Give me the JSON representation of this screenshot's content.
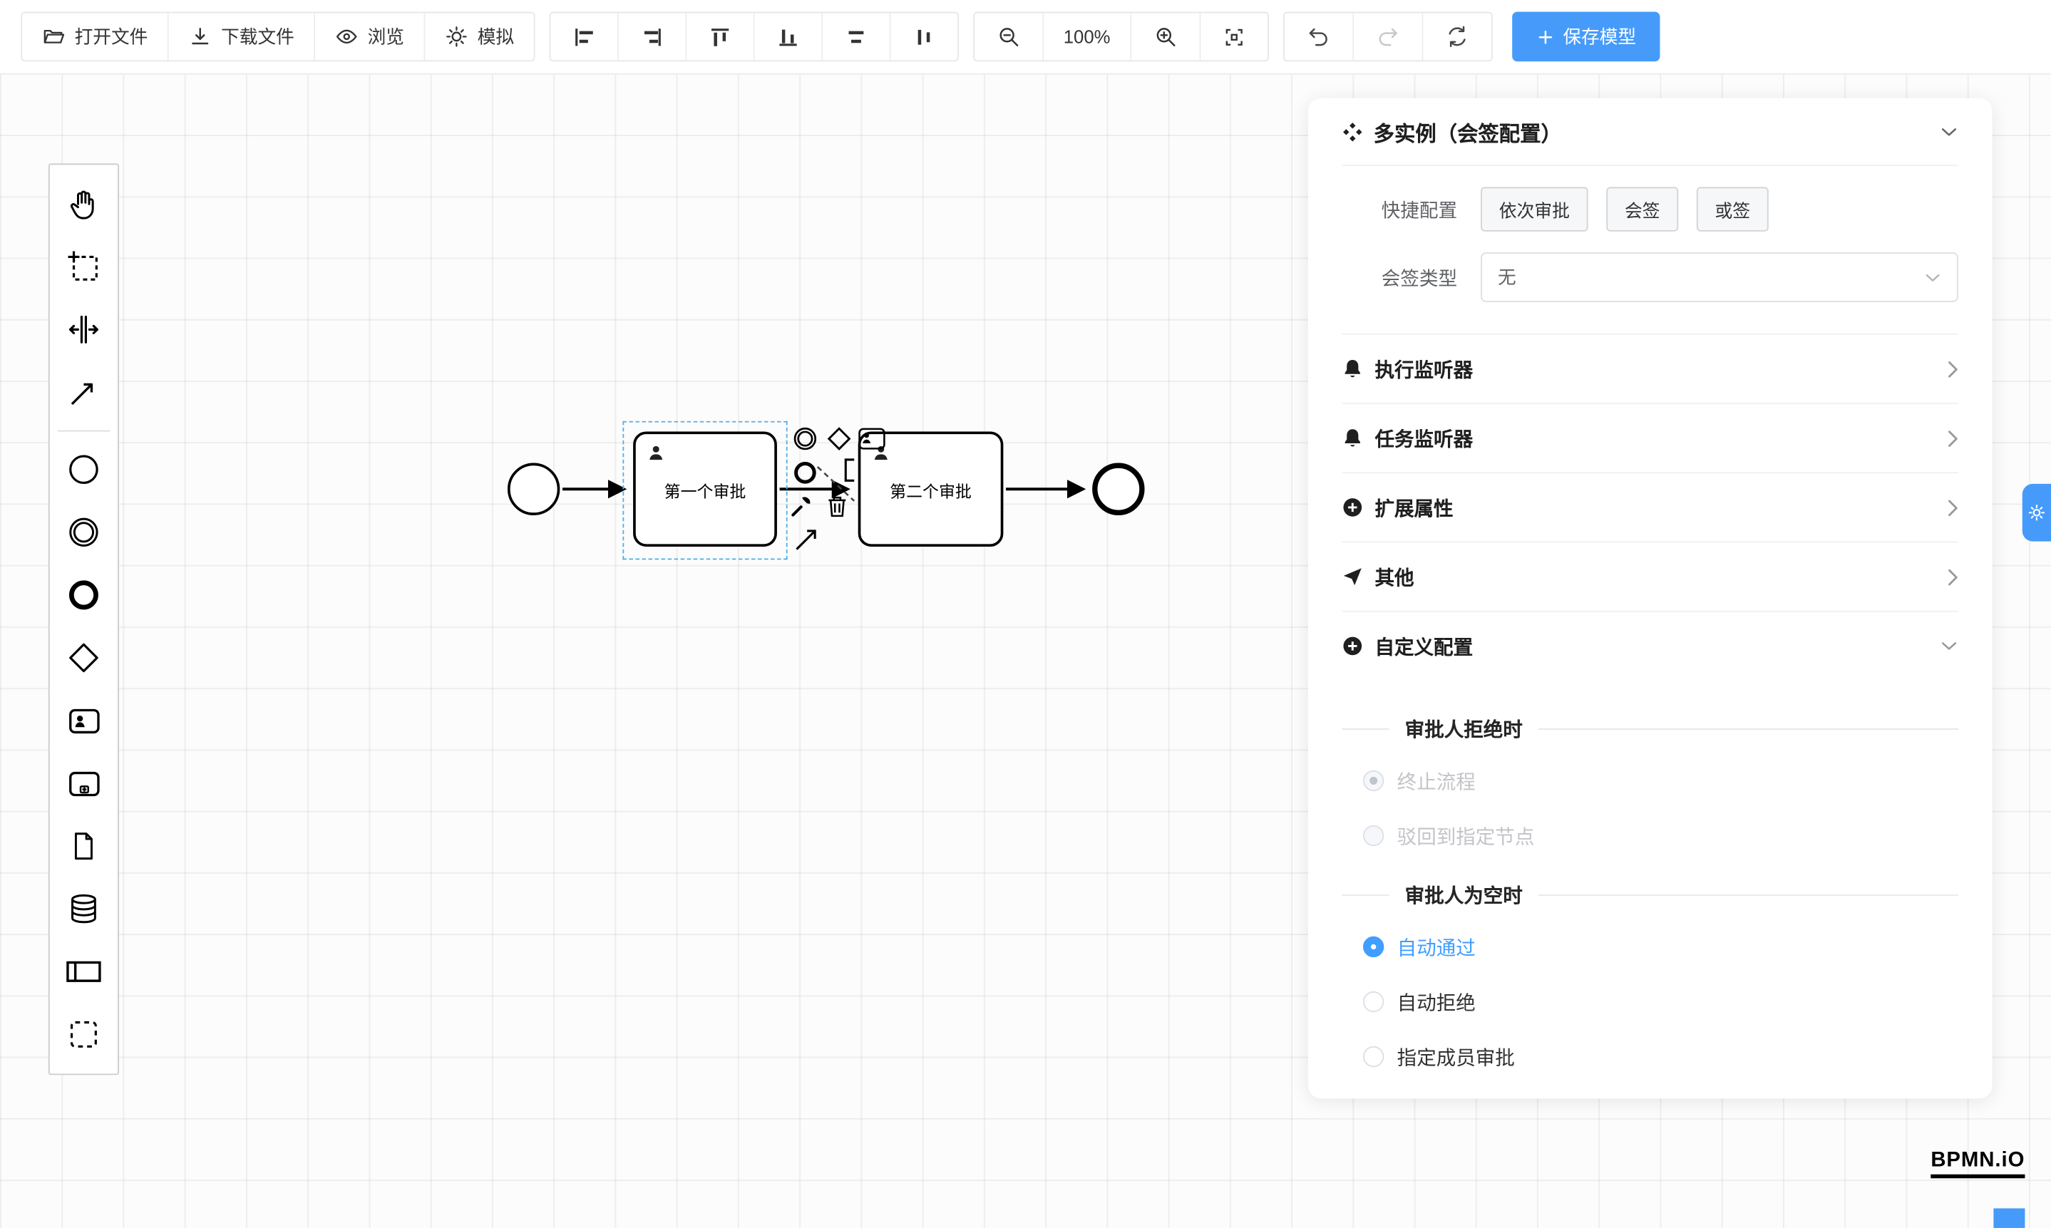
{
  "toolbar": {
    "open": "打开文件",
    "download": "下载文件",
    "preview": "浏览",
    "simulate": "模拟",
    "zoom": "100%",
    "save": "保存模型",
    "icons": {
      "open": "folder-open",
      "download": "download-arrow",
      "preview": "eye",
      "simulate": "gear",
      "align": [
        "align-left",
        "align-right",
        "align-top",
        "align-bottom",
        "align-center-horizontal",
        "align-center-vertical"
      ],
      "zoom_out": "magnifier-minus",
      "zoom_in": "magnifier-plus",
      "fit": "fit-viewport",
      "undo": "undo-arrow",
      "redo": "redo-arrow",
      "refresh": "refresh-arrows",
      "save": "plus"
    }
  },
  "palette": {
    "tools": [
      "hand-tool",
      "lasso-tool",
      "space-tool",
      "global-connect-tool"
    ],
    "elements": [
      "start-event",
      "intermediate-event",
      "end-event",
      "gateway",
      "user-task",
      "subprocess",
      "data-object",
      "data-store",
      "participant",
      "group"
    ]
  },
  "canvas": {
    "task1": "第一个审批",
    "task2": "第二个审批"
  },
  "panel": {
    "title": "多实例（会签配置）",
    "quick_label": "快捷配置",
    "quick": [
      "依次审批",
      "会签",
      "或签"
    ],
    "sign_label": "会签类型",
    "sign_value": "无",
    "sections": [
      "执行监听器",
      "任务监听器",
      "扩展属性",
      "其他",
      "自定义配置"
    ],
    "reject_title": "审批人拒绝时",
    "reject_options": [
      {
        "label": "终止流程",
        "checked": true,
        "disabled": true
      },
      {
        "label": "驳回到指定节点",
        "checked": false,
        "disabled": true
      }
    ],
    "empty_title": "审批人为空时",
    "empty_options": [
      {
        "label": "自动通过",
        "checked": true
      },
      {
        "label": "自动拒绝",
        "checked": false
      },
      {
        "label": "指定成员审批",
        "checked": false
      }
    ]
  },
  "logo": "BPMN.iO",
  "colors": {
    "primary": "#469bfa",
    "selection": "#53b0e8",
    "radio_active": "#409eff"
  }
}
